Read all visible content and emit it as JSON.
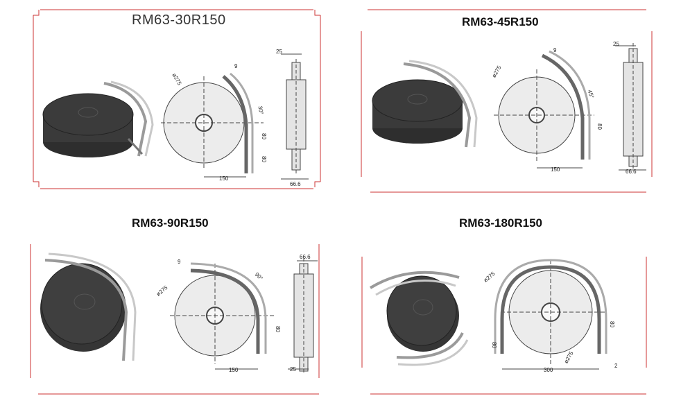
{
  "panels": [
    {
      "title": "RM63-30R150",
      "dims": {
        "diameter": "ø275",
        "angle": "30°",
        "gap": "9",
        "width_top": "25",
        "h1": "80",
        "h2": "80",
        "radius": "150",
        "width_bottom": "66.6"
      }
    },
    {
      "title": "RM63-45R150",
      "dims": {
        "diameter": "ø275",
        "angle": "45°",
        "gap": "9",
        "width_top": "25",
        "h1": "80",
        "radius": "150",
        "width_bottom": "66.6"
      }
    },
    {
      "title": "RM63-90R150",
      "dims": {
        "diameter": "ø275",
        "angle": "90°",
        "gap": "9",
        "width_top": "66.6",
        "h1": "80",
        "radius": "150",
        "width_bottom": "25"
      }
    },
    {
      "title": "RM63-180R150",
      "dims": {
        "diameter": "ø275",
        "diameter2": "ø275",
        "h_left": "80",
        "h_right": "80",
        "width": "300",
        "note": "2"
      }
    }
  ],
  "colors": {
    "frame_red": "#cc3333",
    "disc_dark": "#3a3a3a",
    "disc_light": "#ececec",
    "line": "#444444"
  }
}
